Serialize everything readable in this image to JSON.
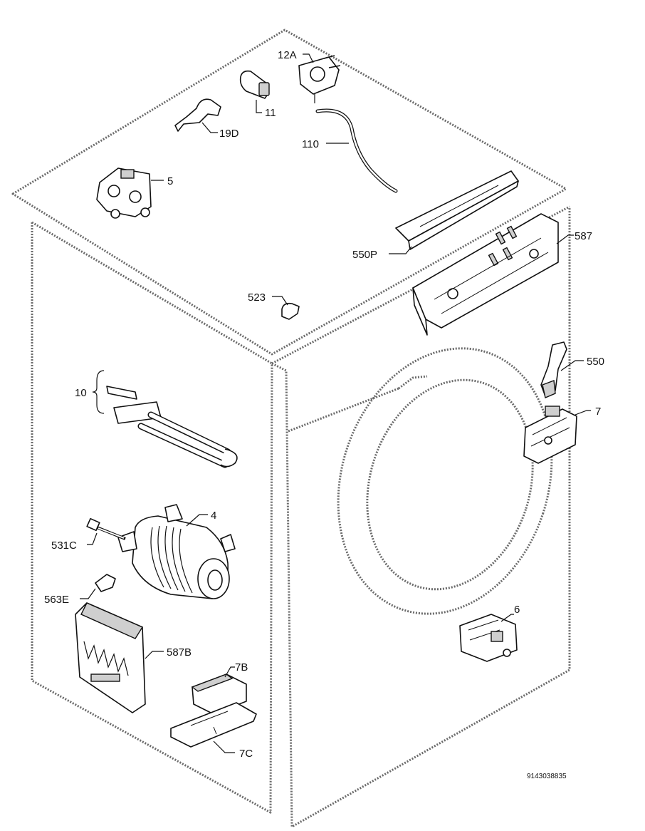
{
  "labels": {
    "l12A": "12A",
    "l11": "11",
    "l19D": "19D",
    "l110": "110",
    "l5": "5",
    "l550P": "550P",
    "l587": "587",
    "l523": "523",
    "l550": "550",
    "l10": "10",
    "l7": "7",
    "l4": "4",
    "l531C": "531C",
    "l563E": "563E",
    "l587B": "587B",
    "l6": "6",
    "l7B": "7B",
    "l7C": "7C"
  },
  "drawing_code": "9143038835"
}
